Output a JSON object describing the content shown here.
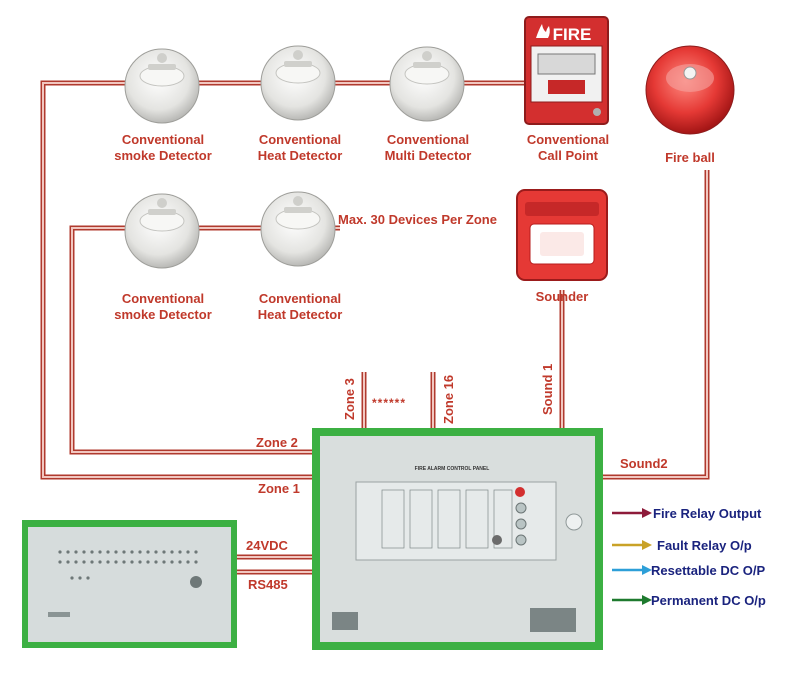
{
  "colors": {
    "wire_outer": "#b03a2e",
    "wire_inner": "#f2c7c0",
    "label": "#c0392b",
    "legend_text": "#1a237e",
    "panel_border": "#3cb043",
    "panel_fill": "#d9dedd",
    "detector": "#e7e7e4",
    "call_point": "#d32f2f",
    "fire_bell": "#e53935",
    "sounder": "#e53935"
  },
  "devices": {
    "smoke_1": "Conventional\nsmoke Detector",
    "heat_1": "Conventional\nHeat Detector",
    "multi_1": "Conventional\nMulti Detector",
    "call_point": "Conventional\nCall Point",
    "fire_bell": "Fire ball",
    "smoke_2": "Conventional\nsmoke Detector",
    "heat_2": "Conventional\nHeat Detector",
    "sounder": "Sounder"
  },
  "call_point_sign": "FIRE",
  "max_devices": "Max. 30 Devices Per Zone",
  "zones": {
    "zone1": "Zone 1",
    "zone2": "Zone 2",
    "zone3": "Zone 3",
    "zone16": "Zone 16",
    "dots": "******",
    "sound1": "Sound 1",
    "sound2": "Sound2"
  },
  "connections": {
    "power": "24VDC",
    "bus": "RS485"
  },
  "panel_title": "FIRE ALARM CONTROL PANEL",
  "legend": [
    {
      "label": "Fire Relay Output",
      "color": "#8e1b3a"
    },
    {
      "label": "Fault Relay O/p",
      "color": "#c9a227"
    },
    {
      "label": "Resettable DC O/P",
      "color": "#2d9fd8"
    },
    {
      "label": "Permanent DC O/p",
      "color": "#1e7a2e"
    }
  ]
}
